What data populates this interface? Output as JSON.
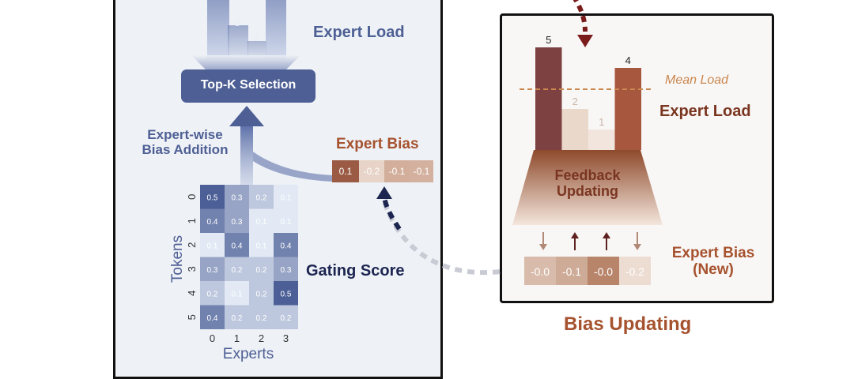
{
  "left": {
    "expert_load_label": "Expert Load",
    "topk_label": "Top-K Selection",
    "bias_addition_line1": "Expert-wise",
    "bias_addition_line2": "Bias Addition",
    "expert_bias_label": "Expert Bias",
    "expert_bias_values": [
      "0.1",
      "-0.2",
      "-0.1",
      "-0.1"
    ],
    "load_numbers": [
      "2",
      "1"
    ],
    "gating_label": "Gating Score",
    "heatmap": {
      "y_label": "Tokens",
      "x_label": "Experts",
      "row_ticks": [
        "0",
        "1",
        "2",
        "3",
        "4",
        "5"
      ],
      "col_ticks": [
        "0",
        "1",
        "2",
        "3"
      ],
      "values": [
        [
          "0.5",
          "0.3",
          "0.2",
          "0.1"
        ],
        [
          "0.4",
          "0.3",
          "0.1",
          "0.1"
        ],
        [
          "0.1",
          "0.4",
          "0.1",
          "0.4"
        ],
        [
          "0.3",
          "0.2",
          "0.2",
          "0.3"
        ],
        [
          "0.2",
          "0.1",
          "0.2",
          "0.5"
        ],
        [
          "0.4",
          "0.2",
          "0.2",
          "0.2"
        ]
      ]
    }
  },
  "right": {
    "mean_load_label": "Mean Load",
    "expert_load_label": "Expert Load",
    "feedback_line1": "Feedback",
    "feedback_line2": "Updating",
    "expert_bias_new_line1": "Expert Bias",
    "expert_bias_new_line2": "(New)",
    "new_bias_values": [
      "-0.0",
      "-0.1",
      "-0.0",
      "-0.2"
    ],
    "load_values": [
      "5",
      "2",
      "1",
      "4"
    ],
    "arrow_directions": [
      "down",
      "up",
      "up",
      "down"
    ]
  },
  "bias_updating_label": "Bias Updating",
  "colors": {
    "blue_accent": "#4d5f94",
    "navy": "#1c2550",
    "brown": "#7a3520",
    "rust": "#a6522e",
    "dark_red": "#7a1c1c"
  }
}
